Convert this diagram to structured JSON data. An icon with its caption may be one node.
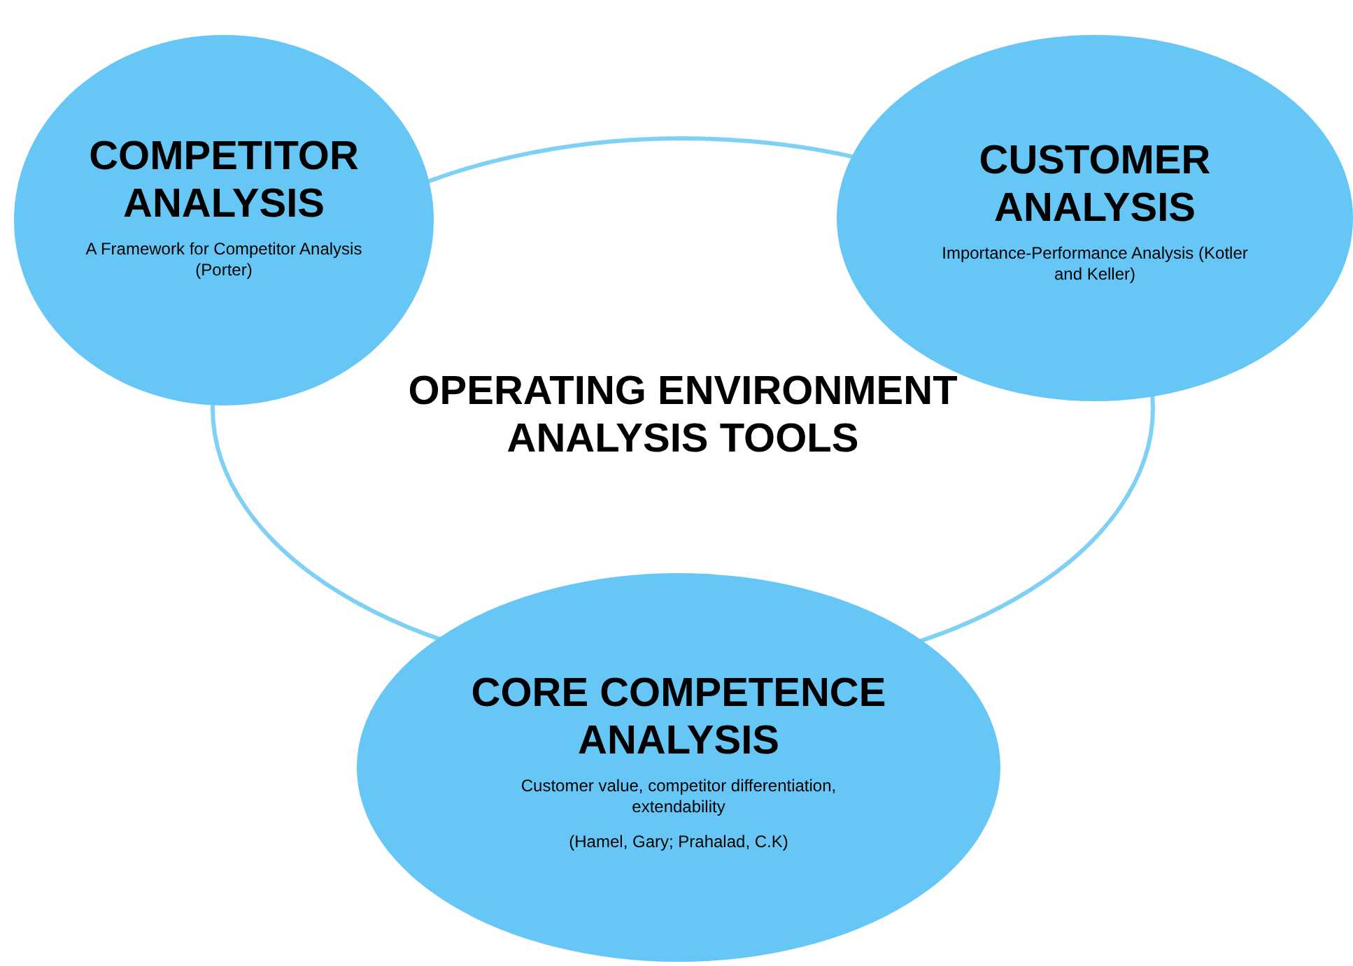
{
  "diagram": {
    "nodes": [
      {
        "text": [
          "COMPETITOR ANALYSIS",
          "A Framework for Competitor Analysis (Porter)"
        ]
      },
      {
        "text": [
          "CUSTOMER ANALYSIS",
          "Importance-Performance Analysis (Kotler and Keller)"
        ]
      },
      {
        "text": [
          "OPERATING ENVIRONMENT ANALYSIS TOOLS"
        ]
      },
      {
        "text": [
          "CORE COMPETENCE ANALYSIS",
          "Customer value, competitor differentiation, extendability",
          "(Hamel, Gary; Prahalad, C.K)"
        ]
      }
    ]
  }
}
